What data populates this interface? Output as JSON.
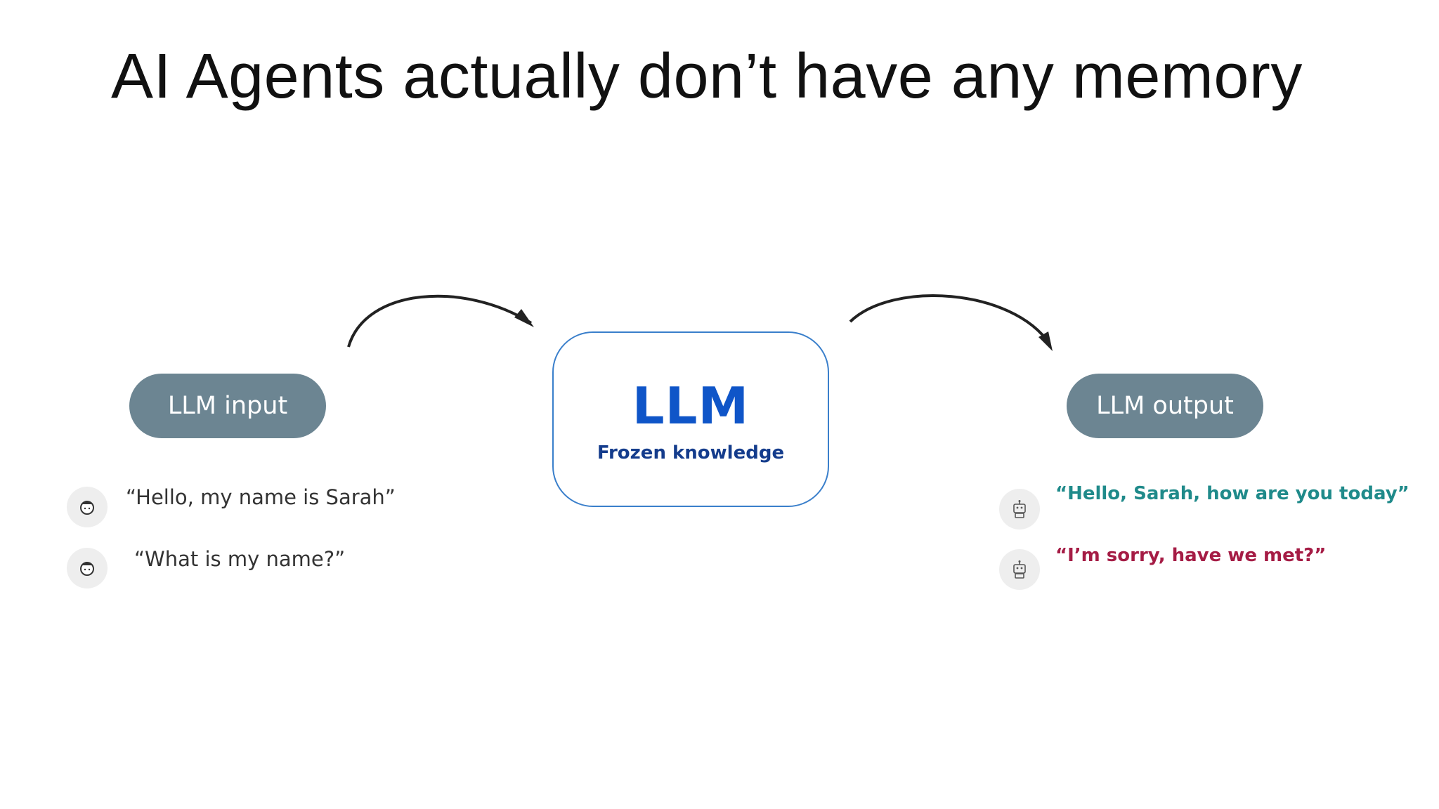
{
  "slide": {
    "title": "AI Agents actually don’t have any memory"
  },
  "diagram": {
    "input_label": "LLM input",
    "output_label": "LLM output",
    "llm": {
      "title": "LLM",
      "subtitle": "Frozen knowledge"
    },
    "inputs": [
      {
        "text": "“Hello, my name is Sarah”",
        "icon": "user-face-icon"
      },
      {
        "text": "“What is my name?”",
        "icon": "user-face-icon"
      }
    ],
    "outputs": [
      {
        "text": "“Hello, Sarah, how are you today”",
        "icon": "robot-icon",
        "color": "#1f8a8a"
      },
      {
        "text": "“I’m sorry, have we met?”",
        "icon": "robot-icon",
        "color": "#a51c45"
      }
    ]
  },
  "colors": {
    "pill": "#6c8592",
    "llm_title": "#0f55c8",
    "llm_border": "#3a7fcb",
    "output_positive": "#1f8a8a",
    "output_negative": "#a51c45"
  }
}
